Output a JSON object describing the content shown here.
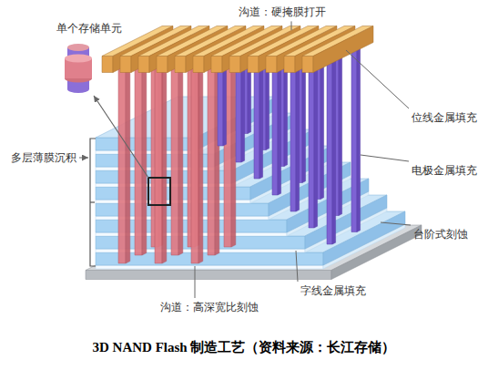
{
  "diagram": {
    "caption": "3D NAND Flash 制造工艺（资料来源：长江存储）",
    "labels": [
      "单个存储单元",
      "沟道：硬掩膜打开",
      "位线金属填充",
      "多层薄膜沉积",
      "电极金属填充",
      "台阶式刻蚀",
      "字线金属填充",
      "沟道：高深宽比刻蚀"
    ]
  }
}
